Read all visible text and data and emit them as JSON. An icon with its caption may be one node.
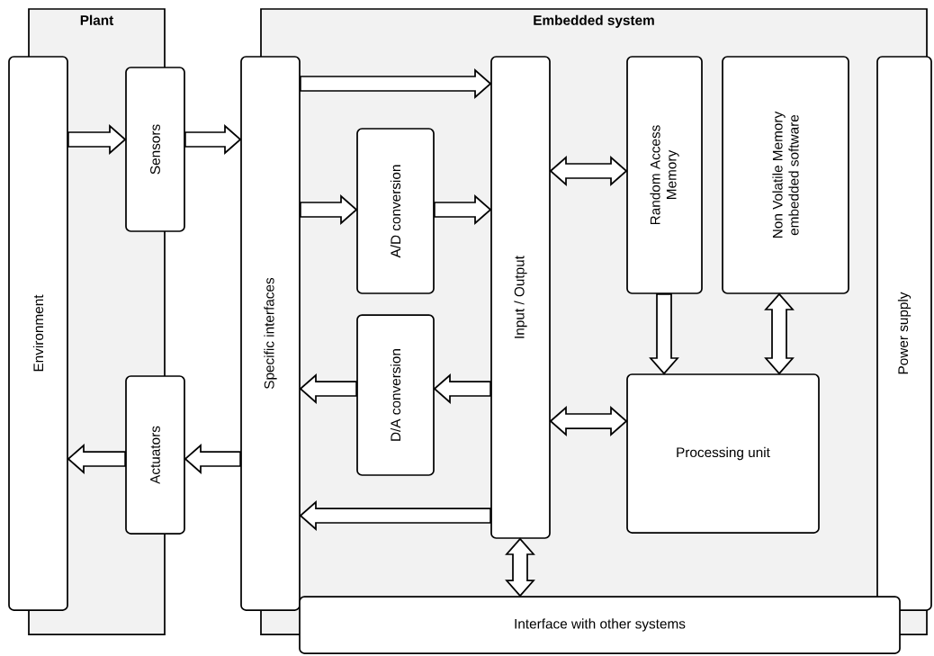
{
  "diagram": {
    "nodes": [
      {
        "text": [
          "Plant"
        ]
      },
      {
        "text": [
          "Embedded system"
        ]
      },
      {
        "text": [
          "Environment"
        ]
      },
      {
        "text": [
          "Sensors"
        ]
      },
      {
        "text": [
          "Actuators"
        ]
      },
      {
        "text": [
          "Specific interfaces"
        ]
      },
      {
        "text": [
          "A/D conversion"
        ],
        "in": 1
      },
      {
        "text": [
          "D/A conversion"
        ],
        "in": 1
      },
      {
        "text": [
          "Input / Output"
        ],
        "in": 1
      },
      {
        "text": [
          "Random Access Memory"
        ],
        "in": 1
      },
      {
        "text": [
          "Non Volatile Memory embedded software"
        ],
        "in": 1
      },
      {
        "text": [
          "Processing unit"
        ],
        "in": 1
      },
      {
        "text": [
          "Power supply"
        ]
      },
      {
        "text": [
          "Interface with other systems"
        ]
      }
    ],
    "edges": [
      {
        "from": 2,
        "to": 3,
        "arrow": "to"
      },
      {
        "from": 3,
        "to": 5,
        "arrow": "to"
      },
      {
        "from": 5,
        "to": 8,
        "arrow": "to"
      },
      {
        "from": 5,
        "to": 6,
        "arrow": "to"
      },
      {
        "from": 6,
        "to": 8,
        "arrow": "to"
      },
      {
        "from": 8,
        "to": 7,
        "arrow": "to"
      },
      {
        "from": 7,
        "to": 5,
        "arrow": "to"
      },
      {
        "from": 8,
        "to": 5,
        "arrow": "to"
      },
      {
        "from": 5,
        "to": 4,
        "arrow": "to"
      },
      {
        "from": 4,
        "to": 2,
        "arrow": "to"
      },
      {
        "from": 8,
        "to": 9,
        "arrow": "both"
      },
      {
        "from": 9,
        "to": 11,
        "arrow": "to"
      },
      {
        "from": 10,
        "to": 11,
        "arrow": "both"
      },
      {
        "from": 8,
        "to": 11,
        "arrow": "both"
      },
      {
        "from": 8,
        "to": 13,
        "arrow": "both"
      }
    ]
  }
}
